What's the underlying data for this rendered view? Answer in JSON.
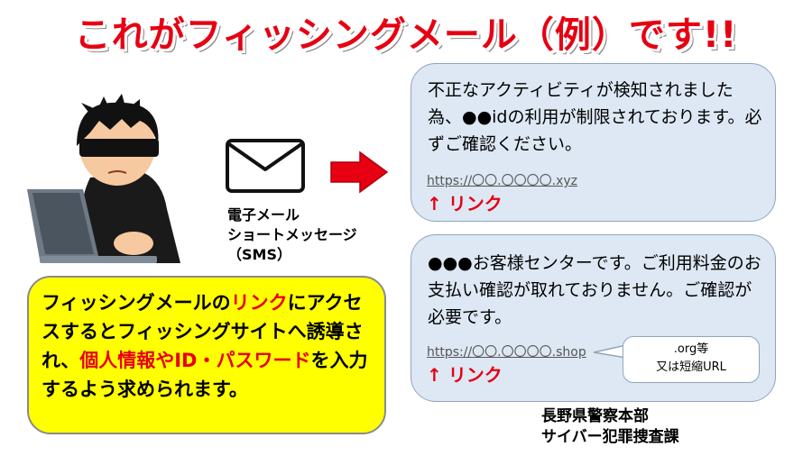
{
  "title": "これがフィッシングメール（例）です!!",
  "sms_label": {
    "line1": "電子メール",
    "line2": "ショートメッセージ",
    "line3": "（SMS）"
  },
  "warning": {
    "seg1": "フィッシングメールの",
    "seg2": "リンク",
    "seg3": "にアクセスするとフィッシングサイトへ誘導され、",
    "seg4": "個人情報や",
    "seg5": "ID・パスワード",
    "seg6": "を入力するよう求められます。"
  },
  "message1": {
    "text": "不正なアクティビティが検知されました為、●●idの利用が制限されております。必ずご確認ください。",
    "url": "https://〇〇.〇〇〇〇.xyz",
    "link_label": "↑ リンク"
  },
  "message2": {
    "text": "●●●お客様センターです。ご利用料金のお支払い確認が取れておりません。ご確認が必要です。",
    "url": "https://〇〇.〇〇〇〇.shop",
    "link_label": "↑ リンク"
  },
  "tip": {
    "line1": ".org等",
    "line2": "又は短縮URL"
  },
  "footer": {
    "line1": "長野県警察本部",
    "line2": "サイバー犯罪捜査課"
  },
  "colors": {
    "title": "#e60012",
    "warning_bg": "#ffff00",
    "bubble_bg": "#dde8f4",
    "arrow": "#e60012"
  },
  "icons": [
    "hacker-illustration",
    "envelope-icon",
    "right-arrow-icon"
  ]
}
